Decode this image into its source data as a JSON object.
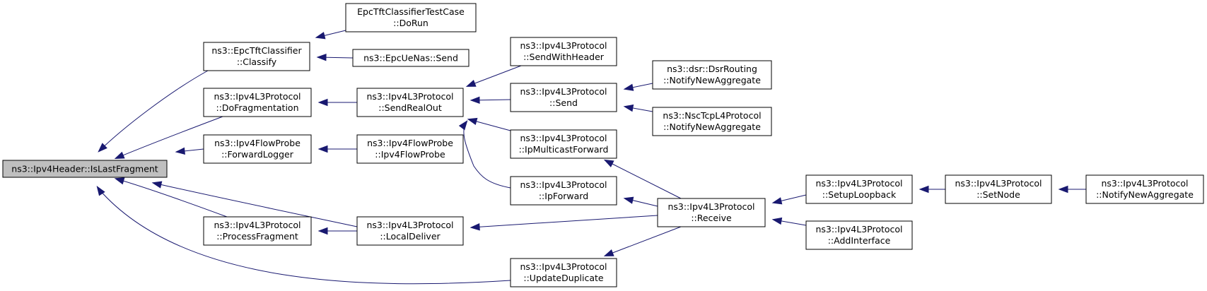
{
  "graph": {
    "colors": {
      "edge": "#191970",
      "root_fill": "#bfbfbf",
      "node_fill": "#ffffff",
      "node_border": "#000000"
    },
    "nodes": {
      "root": {
        "line1": "ns3::Ipv4Header::IsLastFragment",
        "line2": ""
      },
      "classify": {
        "line1": "ns3::EpcTftClassifier",
        "line2": "::Classify"
      },
      "dofrag": {
        "line1": "ns3::Ipv4L3Protocol",
        "line2": "::DoFragmentation"
      },
      "fwdlogger": {
        "line1": "ns3::Ipv4FlowProbe",
        "line2": "::ForwardLogger"
      },
      "procfrag": {
        "line1": "ns3::Ipv4L3Protocol",
        "line2": "::ProcessFragment"
      },
      "testcase": {
        "line1": "EpcTftClassifierTestCase",
        "line2": "::DoRun"
      },
      "uenas": {
        "line1": "ns3::EpcUeNas::Send",
        "line2": ""
      },
      "sendrealout": {
        "line1": "ns3::Ipv4L3Protocol",
        "line2": "::SendRealOut"
      },
      "flowprobe": {
        "line1": "ns3::Ipv4FlowProbe",
        "line2": "::Ipv4FlowProbe"
      },
      "localdeliver": {
        "line1": "ns3::Ipv4L3Protocol",
        "line2": "::LocalDeliver"
      },
      "sendwithheader": {
        "line1": "ns3::Ipv4L3Protocol",
        "line2": "::SendWithHeader"
      },
      "send": {
        "line1": "ns3::Ipv4L3Protocol",
        "line2": "::Send"
      },
      "ipmcast": {
        "line1": "ns3::Ipv4L3Protocol",
        "line2": "::IpMulticastForward"
      },
      "ipforward": {
        "line1": "ns3::Ipv4L3Protocol",
        "line2": "::IpForward"
      },
      "updatedup": {
        "line1": "ns3::Ipv4L3Protocol",
        "line2": "::UpdateDuplicate"
      },
      "dsr": {
        "line1": "ns3::dsr::DsrRouting",
        "line2": "::NotifyNewAggregate"
      },
      "nsctcp": {
        "line1": "ns3::NscTcpL4Protocol",
        "line2": "::NotifyNewAggregate"
      },
      "receive": {
        "line1": "ns3::Ipv4L3Protocol",
        "line2": "::Receive"
      },
      "setuploop": {
        "line1": "ns3::Ipv4L3Protocol",
        "line2": "::SetupLoopback"
      },
      "addiface": {
        "line1": "ns3::Ipv4L3Protocol",
        "line2": "::AddInterface"
      },
      "setnode": {
        "line1": "ns3::Ipv4L3Protocol",
        "line2": "::SetNode"
      },
      "notifyagg": {
        "line1": "ns3::Ipv4L3Protocol",
        "line2": "::NotifyNewAggregate"
      }
    },
    "edges": [
      {
        "from": "classify",
        "to": "root"
      },
      {
        "from": "dofrag",
        "to": "root"
      },
      {
        "from": "fwdlogger",
        "to": "root"
      },
      {
        "from": "procfrag",
        "to": "root"
      },
      {
        "from": "localdeliver",
        "to": "root"
      },
      {
        "from": "updatedup",
        "to": "root"
      },
      {
        "from": "testcase",
        "to": "classify"
      },
      {
        "from": "uenas",
        "to": "classify"
      },
      {
        "from": "sendrealout",
        "to": "dofrag"
      },
      {
        "from": "flowprobe",
        "to": "fwdlogger"
      },
      {
        "from": "localdeliver",
        "to": "procfrag"
      },
      {
        "from": "sendwithheader",
        "to": "sendrealout"
      },
      {
        "from": "send",
        "to": "sendrealout"
      },
      {
        "from": "ipmcast",
        "to": "sendrealout"
      },
      {
        "from": "ipforward",
        "to": "sendrealout"
      },
      {
        "from": "receive",
        "to": "localdeliver"
      },
      {
        "from": "dsr",
        "to": "send"
      },
      {
        "from": "nsctcp",
        "to": "send"
      },
      {
        "from": "receive",
        "to": "ipmcast"
      },
      {
        "from": "receive",
        "to": "ipforward"
      },
      {
        "from": "receive",
        "to": "updatedup"
      },
      {
        "from": "setuploop",
        "to": "receive"
      },
      {
        "from": "addiface",
        "to": "receive"
      },
      {
        "from": "setnode",
        "to": "setuploop"
      },
      {
        "from": "notifyagg",
        "to": "setnode"
      }
    ]
  }
}
